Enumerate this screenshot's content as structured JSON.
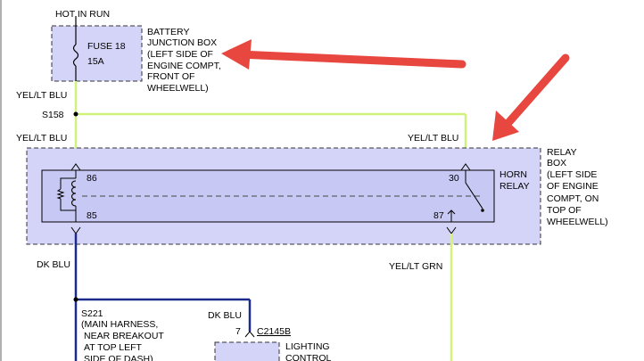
{
  "fuse_block": {
    "hot_label": "HOT IN RUN",
    "fuse_name": "FUSE 18",
    "fuse_rating": "15A",
    "location_lines": [
      "BATTERY",
      "JUNCTION BOX",
      "(LEFT SIDE OF",
      "ENGINE COMPT,",
      "FRONT OF",
      "WHEELWELL)"
    ]
  },
  "wires": {
    "upper_left": "YEL/LT BLU",
    "splice": "S158",
    "lower_left": "YEL/LT BLU",
    "right": "YEL/LT BLU",
    "dk_blu": "DK BLU",
    "yel_grn": "YEL/LT GRN",
    "dk_blu_2": "DK BLU"
  },
  "relay_box": {
    "pins": {
      "p86": "86",
      "p85": "85",
      "p30": "30",
      "p87": "87"
    },
    "relay_name_lines": [
      "HORN",
      "RELAY"
    ],
    "box_lines": [
      "RELAY",
      "BOX",
      "(LEFT SIDE",
      "OF ENGINE",
      "COMPT, ON",
      "TOP OF",
      "WHEELWELL)"
    ]
  },
  "splice_s221": {
    "lines": [
      "S221",
      "(MAIN HARNESS,",
      "NEAR BREAKOUT",
      "AT TOP LEFT",
      "SIDE OF DASH)"
    ]
  },
  "connector": {
    "pin": "7",
    "name": "C2145B"
  },
  "lighting_module": {
    "lines": [
      "LIGHTING",
      "CONTROL"
    ]
  },
  "colors": {
    "box_fill": "#d4d4f8",
    "relay_fill": "#c8c8f4",
    "yel_blu_wire": "#cff27a",
    "yel_grn_wire": "#d6f27a",
    "dk_blu_wire": "#1c2a8c",
    "arrow": "#e8473f"
  }
}
